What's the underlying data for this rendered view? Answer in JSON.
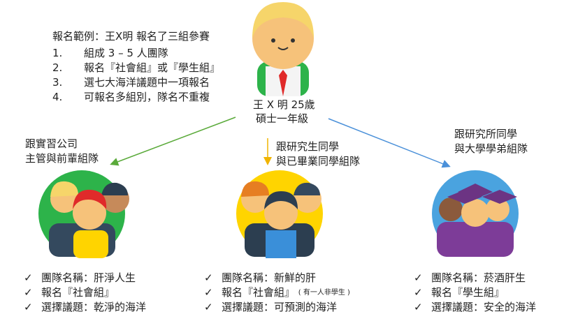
{
  "intro": {
    "title": "報名範例：王X明 報名了三組參賽",
    "rules": [
      {
        "num": "1.",
        "text": "組成 3 – 5 人團隊"
      },
      {
        "num": "2.",
        "text": "報名『社會組』或『學生組』"
      },
      {
        "num": "3.",
        "text": "選七大海洋議題中一項報名"
      },
      {
        "num": "4.",
        "text": "可報名多組別，隊名不重複"
      }
    ]
  },
  "person": {
    "name": "王 X 明 25歲",
    "grade": "碩士一年級"
  },
  "branches": [
    {
      "label1": "跟實習公司",
      "label2": "主管與前輩組隊",
      "color": "#2db34a",
      "bullets": [
        {
          "text": "團隊名稱：肝淨人生"
        },
        {
          "text": "報名『社會組』"
        },
        {
          "text": "選擇議題：乾淨的海洋"
        }
      ]
    },
    {
      "label1": "跟研究生同學",
      "label2": "與已畢業同學組隊",
      "color": "#ffd400",
      "bullets": [
        {
          "text": "團隊名稱：新鮮的肝"
        },
        {
          "text": "報名『社會組』",
          "note": "( 有一人非學生 )"
        },
        {
          "text": "選擇議題：可預測的海洋"
        }
      ]
    },
    {
      "label1": "跟研究所同學",
      "label2": "與大學學弟組隊",
      "color": "#4aa3df",
      "bullets": [
        {
          "text": "團隊名稱：菸酒肝生"
        },
        {
          "text": "報名『學生組』"
        },
        {
          "text": "選擇議題：安全的海洋"
        }
      ]
    }
  ],
  "check": "✓"
}
